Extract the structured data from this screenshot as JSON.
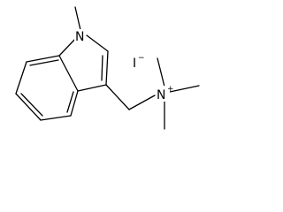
{
  "molecule": {
    "atoms": {
      "indole_nitrogen": "N",
      "ammonium_nitrogen": "N",
      "ammonium_charge": "+",
      "iodide": "I",
      "iodide_charge": "−"
    }
  }
}
